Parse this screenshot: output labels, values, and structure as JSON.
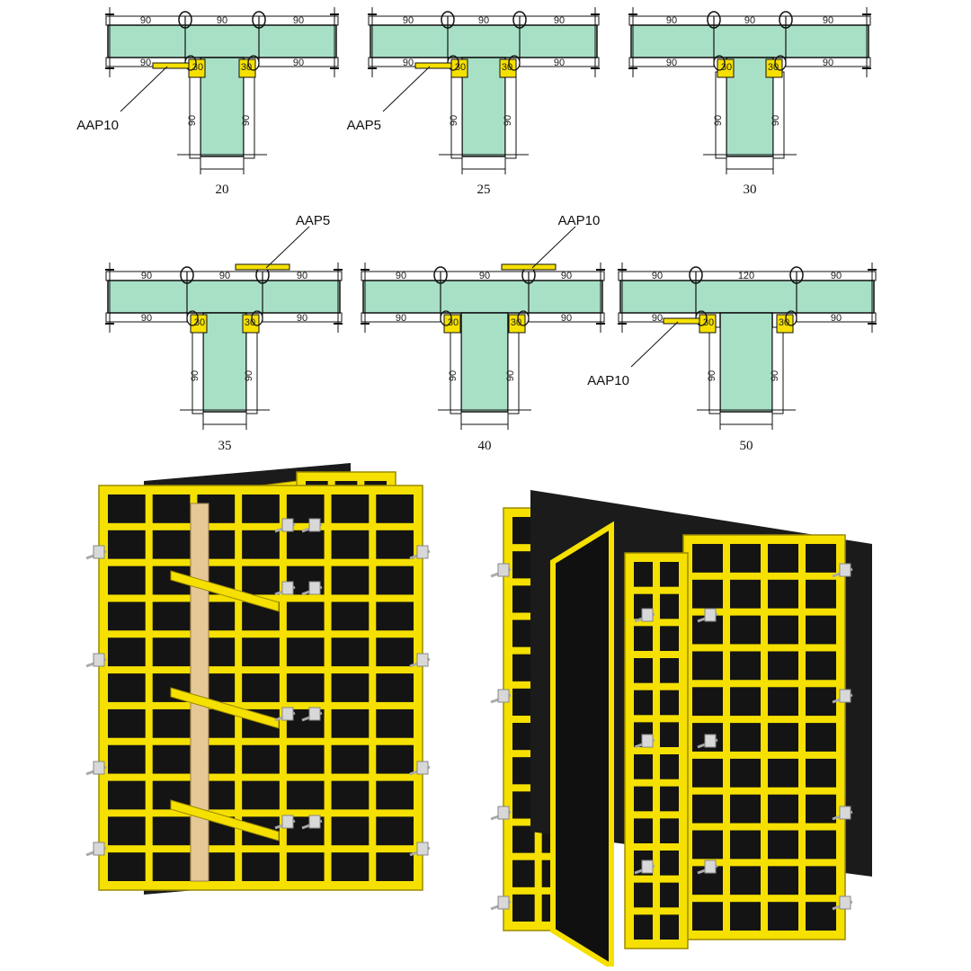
{
  "colors": {
    "concrete": "#a8e0c6",
    "panel_yellow": "#f5e000",
    "panel_face": "#141414",
    "tie_silver": "#d8d8d8",
    "filler_wood": "#e6c896",
    "line": "#111111"
  },
  "diagrams": [
    {
      "caption": "20",
      "top_dims": [
        "90",
        "90",
        "90"
      ],
      "bottom_dims": [
        "90",
        "90"
      ],
      "corner_dim": "30",
      "leg_dims": [
        "90",
        "90"
      ],
      "callout": "AAP10",
      "callout_side": "bottom-left"
    },
    {
      "caption": "25",
      "top_dims": [
        "90",
        "90",
        "90"
      ],
      "bottom_dims": [
        "90",
        "90"
      ],
      "corner_dim": "30",
      "leg_dims": [
        "90",
        "90"
      ],
      "callout": "AAP5",
      "callout_side": "bottom-left"
    },
    {
      "caption": "30",
      "top_dims": [
        "90",
        "90",
        "90"
      ],
      "bottom_dims": [
        "90",
        "90"
      ],
      "corner_dim": "30",
      "leg_dims": [
        "90",
        "90"
      ],
      "callout": "",
      "callout_side": ""
    },
    {
      "caption": "35",
      "top_dims": [
        "90",
        "90",
        "90"
      ],
      "bottom_dims": [
        "90",
        "90"
      ],
      "corner_dim": "30",
      "leg_dims": [
        "90",
        "90"
      ],
      "callout": "AAP5",
      "callout_side": "top"
    },
    {
      "caption": "40",
      "top_dims": [
        "90",
        "90",
        "90"
      ],
      "bottom_dims": [
        "90",
        "90"
      ],
      "corner_dim": "30",
      "leg_dims": [
        "90",
        "90"
      ],
      "callout": "AAP10",
      "callout_side": "top"
    },
    {
      "caption": "50",
      "top_dims": [
        "90",
        "120",
        "90"
      ],
      "bottom_dims": [
        "90",
        "90"
      ],
      "corner_dim": "30",
      "leg_dims": [
        "90",
        "90"
      ],
      "callout": "AAP10",
      "callout_side": "bottom-left"
    }
  ],
  "illustrations": [
    {
      "name": "formwork-tee-front"
    },
    {
      "name": "formwork-tee-rear"
    }
  ]
}
